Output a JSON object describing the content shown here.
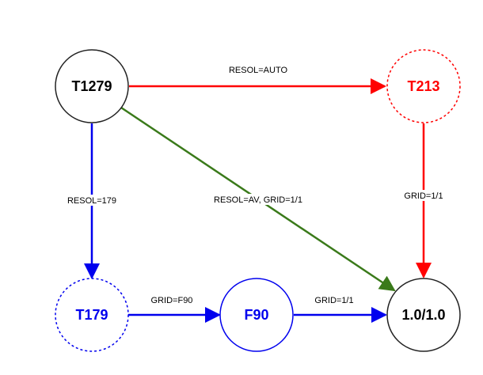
{
  "colors": {
    "black": "#222222",
    "red": "#ff0000",
    "blue": "#0000ee",
    "green": "#3a7a1a"
  },
  "nodes": {
    "t1279": {
      "label": "T1279",
      "border": "solid",
      "color": "black"
    },
    "t213": {
      "label": "T213",
      "border": "dashed",
      "color": "red"
    },
    "t179": {
      "label": "T179",
      "border": "dashed",
      "color": "blue"
    },
    "f90": {
      "label": "F90",
      "border": "solid",
      "color": "blue"
    },
    "target": {
      "label": "1.0/1.0",
      "border": "solid",
      "color": "black"
    }
  },
  "edges": {
    "t1279_t213": {
      "label": "RESOL=AUTO",
      "color": "red"
    },
    "t213_target": {
      "label": "GRID=1/1",
      "color": "red"
    },
    "t1279_t179": {
      "label": "RESOL=179",
      "color": "blue"
    },
    "t179_f90": {
      "label": "GRID=F90",
      "color": "blue"
    },
    "f90_target": {
      "label": "GRID=1/1",
      "color": "blue"
    },
    "t1279_target": {
      "label": "RESOL=AV, GRID=1/1",
      "color": "green"
    }
  }
}
